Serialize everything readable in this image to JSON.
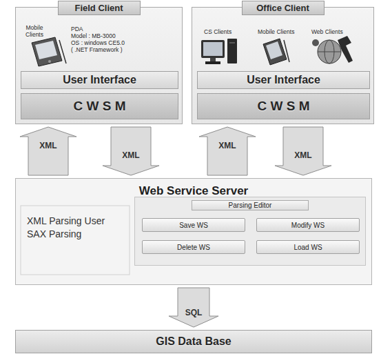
{
  "diagram": {
    "nodes": [
      {
        "text": [
          "Field Client"
        ]
      },
      {
        "text": [
          "User Interface"
        ],
        "in": 0
      },
      {
        "text": [
          "C W S M"
        ],
        "in": 0
      },
      {
        "text": [
          "Office Client"
        ]
      },
      {
        "text": [
          "User Interface"
        ],
        "in": 3
      },
      {
        "text": [
          "C W S M"
        ],
        "in": 3
      },
      {
        "text": [
          "Web Service Server"
        ]
      },
      {
        "text": [
          "XML Parsing User SAX Parsing"
        ],
        "in": 6
      },
      {
        "text": [
          "Parsing Editor"
        ],
        "in": 6
      },
      {
        "text": [
          "Save WS"
        ],
        "in": 8
      },
      {
        "text": [
          "Modify WS"
        ],
        "in": 8
      },
      {
        "text": [
          "Delete WS"
        ],
        "in": 8
      },
      {
        "text": [
          "Load WS"
        ],
        "in": 8
      },
      {
        "text": [
          "GIS Data Base"
        ]
      }
    ],
    "edges": [
      {
        "from": 6,
        "to": 0,
        "label": "XML",
        "arrow": "to"
      },
      {
        "from": 0,
        "to": 6,
        "label": "XML",
        "arrow": "to"
      },
      {
        "from": 6,
        "to": 3,
        "label": "XML",
        "arrow": "to"
      },
      {
        "from": 3,
        "to": 6,
        "label": "XML",
        "arrow": "to"
      },
      {
        "from": 6,
        "to": 13,
        "label": "SQL",
        "arrow": "to"
      }
    ],
    "labels": [
      "Mobile Clients",
      "PDA",
      "Model : MB-3000",
      "OS : windows CE5.0",
      "( .NET Framework )",
      "CS Clients",
      "Mobile Clients",
      "Web Clients"
    ]
  }
}
